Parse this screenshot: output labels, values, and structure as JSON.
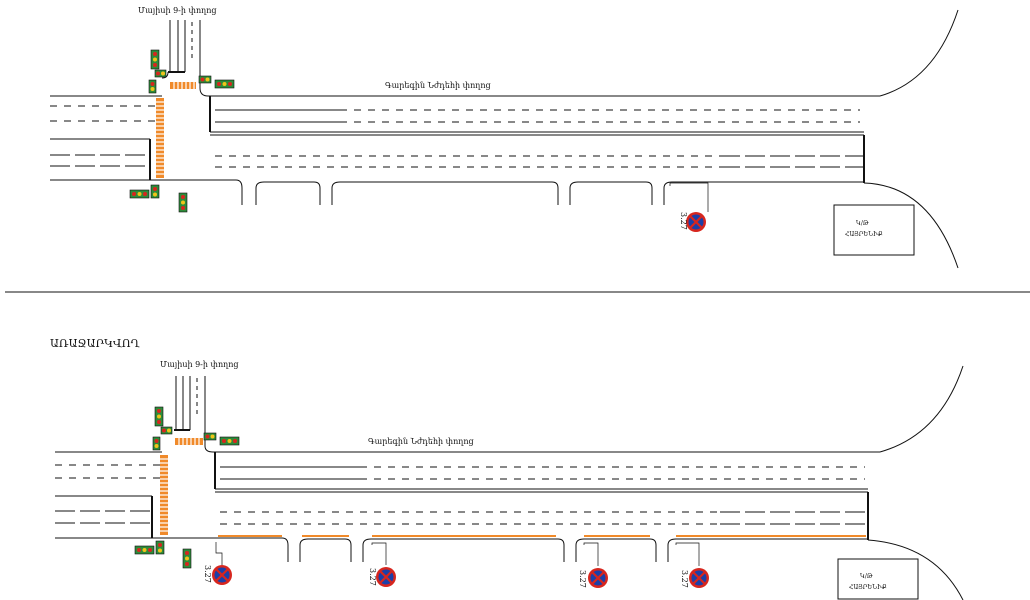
{
  "top_plan": {
    "side_street_label": "Մայիսի 9-ի փողոց",
    "main_street_label": "Գարեգին Նժդեհի փողոց",
    "building_label_line1": "Կ/Թ",
    "building_label_line2": "ՀԱՅՐԵՆԻՔ",
    "signs": [
      {
        "code": "3.27"
      }
    ]
  },
  "bottom_plan": {
    "heading": "ԱՌԱՋԱՐԿՎՈՂ",
    "side_street_label": "Մայիսի 9-ի փողոց",
    "main_street_label": "Գարեգին Նժդեհի փողոց",
    "building_label_line1": "Կ/Թ",
    "building_label_line2": "ՀԱՅՐԵՆԻՔ",
    "signs": [
      {
        "code": "3.27"
      },
      {
        "code": "3.27"
      },
      {
        "code": "3.27"
      },
      {
        "code": "3.27"
      }
    ]
  },
  "colors": {
    "road_line": "#111111",
    "crosswalk": "#f08a2a",
    "sign_red": "#d7261e",
    "sign_blue": "#1c3fa8",
    "light_green": "#2e8b3a",
    "light_red": "#d7261e",
    "light_amber": "#f0c419",
    "restriction_line": "#f08a2a"
  }
}
